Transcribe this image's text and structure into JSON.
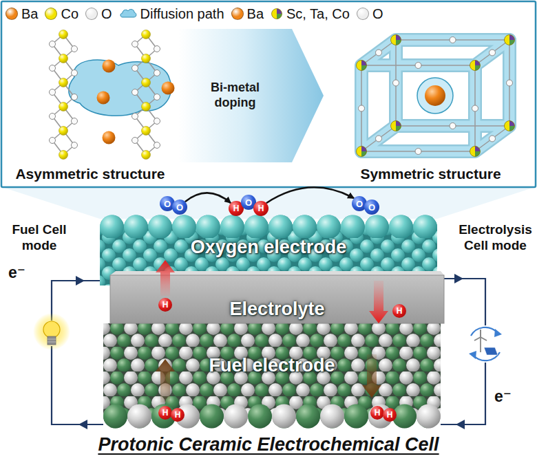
{
  "diagram": {
    "caption": "Protonic Ceramic Electrochemical Cell",
    "nodes": [
      {
        "text": [
          "Asymmetric structure"
        ]
      },
      {
        "text": [
          "Symmetric structure"
        ]
      },
      {
        "text": [
          "O"
        ]
      },
      {
        "text": [
          "O"
        ]
      },
      {
        "text": [
          "H"
        ]
      },
      {
        "text": [
          "O"
        ]
      },
      {
        "text": [
          "H"
        ]
      },
      {
        "text": [
          "O"
        ]
      },
      {
        "text": [
          "O"
        ]
      },
      {
        "text": [
          "Oxygen electrode"
        ]
      },
      {
        "text": [
          "Electrolyte"
        ]
      },
      {
        "text": [
          "H"
        ],
        "in": 10
      },
      {
        "text": [
          "H"
        ],
        "in": 10
      },
      {
        "text": [
          "Fuel electrode"
        ]
      },
      {
        "text": [
          "H"
        ],
        "in": 13
      },
      {
        "text": [
          "H"
        ],
        "in": 13
      },
      {
        "text": [
          "H"
        ],
        "in": 13
      },
      {
        "text": [
          "H"
        ],
        "in": 13
      }
    ],
    "edges": [
      {
        "from": 0,
        "to": 1,
        "label": "Bi-metal doping",
        "arrow": "to"
      },
      {
        "from": 3,
        "to": 4,
        "arrow": "to"
      },
      {
        "from": 6,
        "to": 7,
        "arrow": "to"
      }
    ],
    "labels": [
      "Fuel Cell mode",
      "Electrolysis Cell mode",
      "e⁻",
      "e⁻"
    ],
    "legend": [
      {
        "text": "Ba",
        "color": "#f08519"
      },
      {
        "text": "Co",
        "color": "#f3e300"
      },
      {
        "text": "O",
        "color": "#eeeeee"
      },
      {
        "text": "Diffusion path"
      },
      {
        "text": "Ba",
        "color": "#f08519"
      },
      {
        "text": "Sc, Ta, Co"
      },
      {
        "text": "O",
        "color": "#eeeeee"
      }
    ]
  }
}
